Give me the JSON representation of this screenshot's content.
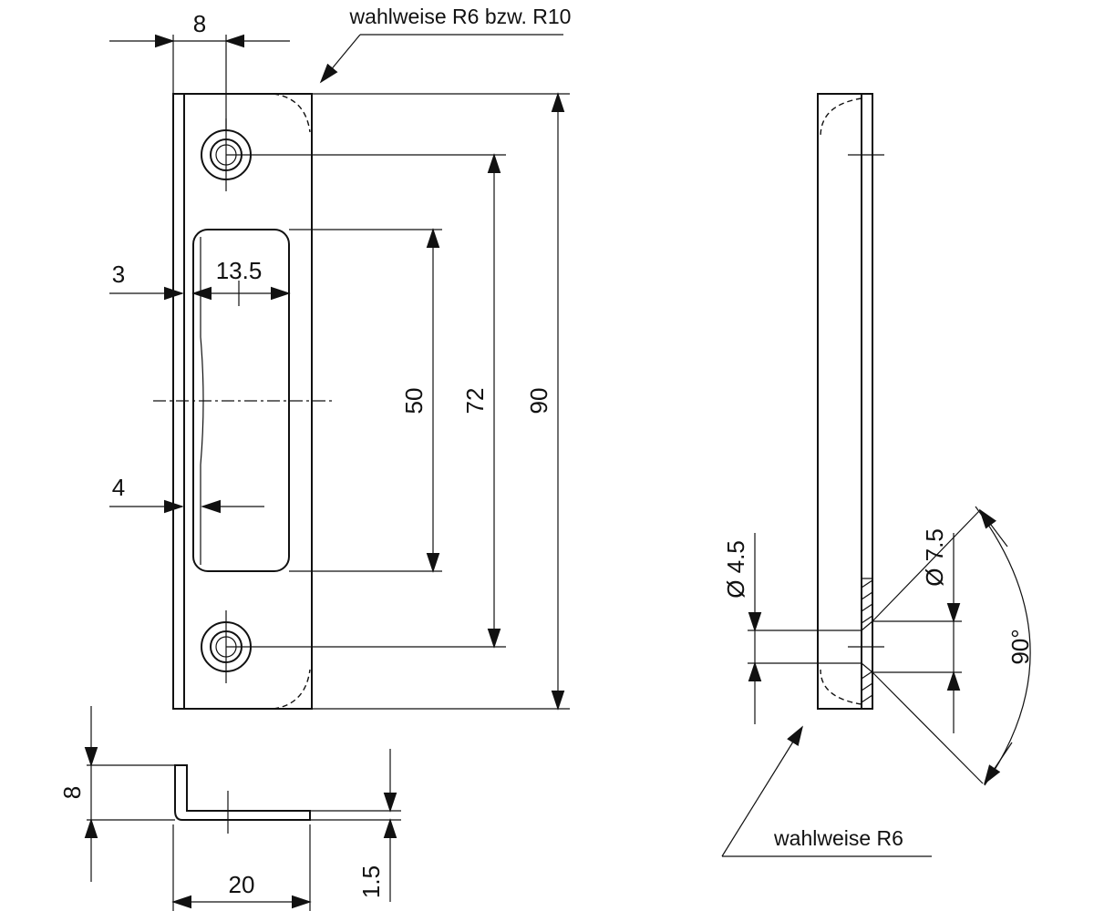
{
  "front_view": {
    "dim_top_width": "8",
    "dim_left_offset": "3",
    "dim_slot_width": "13.5",
    "dim_lower_offset": "4",
    "dim_slot_height": "50",
    "dim_hole_spacing": "72",
    "dim_total_height": "90",
    "note_corner_radius": "wahlweise R6 bzw. R10"
  },
  "side_view": {
    "dim_hole_diameter": "Ø 4.5",
    "dim_countersink_diameter": "Ø 7.5",
    "dim_countersink_angle": "90°",
    "note_corner_radius": "wahlweise R6"
  },
  "bottom_view": {
    "dim_flange_height": "8",
    "dim_flange_length": "20",
    "dim_thickness": "1.5"
  }
}
